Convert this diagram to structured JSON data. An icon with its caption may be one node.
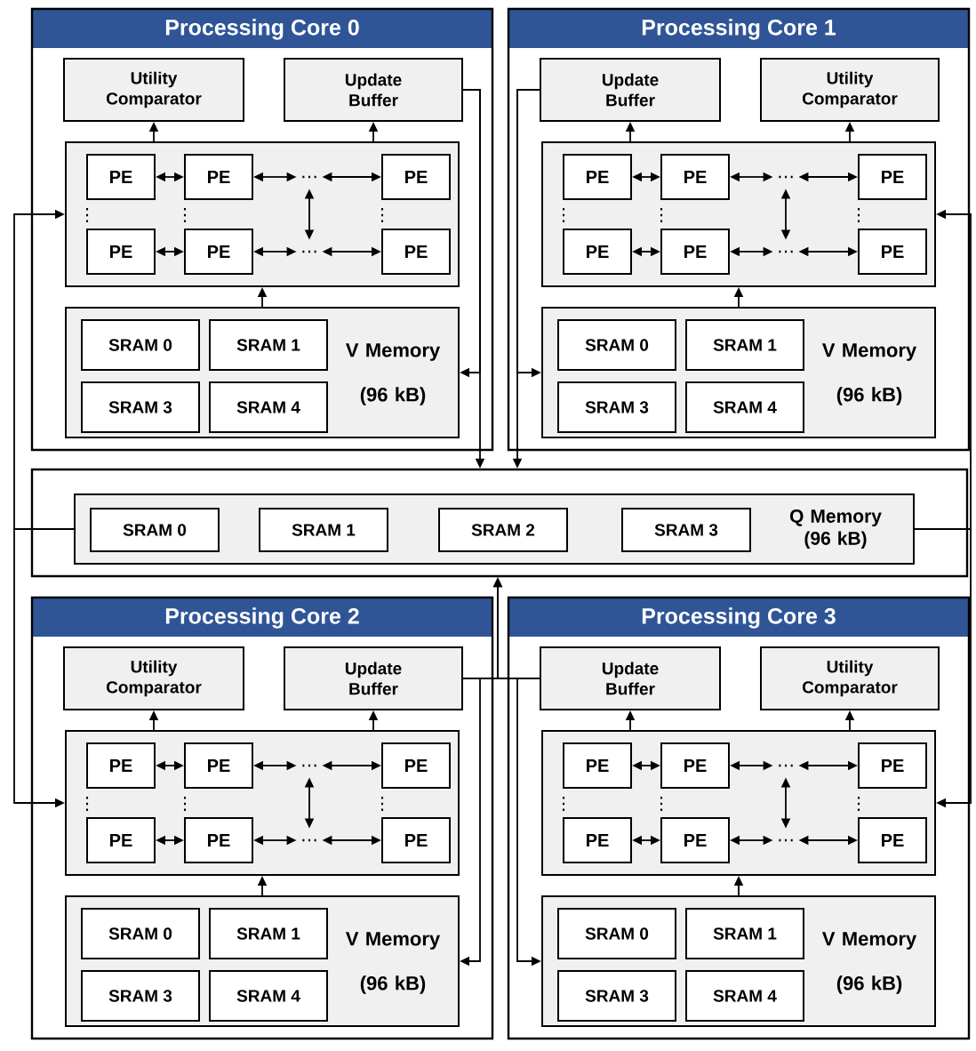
{
  "diagram": {
    "nodes": [
      {
        "text": [
          "Processing Core 0"
        ]
      },
      {
        "text": [
          "Utility Comparator"
        ],
        "in": 0
      },
      {
        "text": [
          "Update Buffer"
        ],
        "in": 0
      },
      {
        "text": [],
        "shape": "box",
        "in": 0
      },
      {
        "text": [
          "PE"
        ],
        "in": 3
      },
      {
        "text": [
          "PE"
        ],
        "in": 3
      },
      {
        "text": [
          "…"
        ],
        "in": 3
      },
      {
        "text": [
          "PE"
        ],
        "in": 3
      },
      {
        "text": [
          "PE"
        ],
        "in": 3
      },
      {
        "text": [
          "PE"
        ],
        "in": 3
      },
      {
        "text": [
          "…"
        ],
        "in": 3
      },
      {
        "text": [
          "PE"
        ],
        "in": 3
      },
      {
        "text": [
          "V Memory (96 kB)"
        ],
        "in": 0
      },
      {
        "text": [
          "SRAM 0"
        ],
        "in": 12
      },
      {
        "text": [
          "SRAM 1"
        ],
        "in": 12
      },
      {
        "text": [
          "SRAM 3"
        ],
        "in": 12
      },
      {
        "text": [
          "SRAM 4"
        ],
        "in": 12
      },
      {
        "text": [
          "Processing Core 1"
        ]
      },
      {
        "text": [
          "Update Buffer"
        ],
        "in": 17
      },
      {
        "text": [
          "Utility Comparator"
        ],
        "in": 17
      },
      {
        "text": [],
        "shape": "box",
        "in": 17
      },
      {
        "text": [
          "PE"
        ],
        "in": 20
      },
      {
        "text": [
          "PE"
        ],
        "in": 20
      },
      {
        "text": [
          "…"
        ],
        "in": 20
      },
      {
        "text": [
          "PE"
        ],
        "in": 20
      },
      {
        "text": [
          "PE"
        ],
        "in": 20
      },
      {
        "text": [
          "PE"
        ],
        "in": 20
      },
      {
        "text": [
          "…"
        ],
        "in": 20
      },
      {
        "text": [
          "PE"
        ],
        "in": 20
      },
      {
        "text": [
          "V Memory (96 kB)"
        ],
        "in": 17
      },
      {
        "text": [
          "SRAM 0"
        ],
        "in": 29
      },
      {
        "text": [
          "SRAM 1"
        ],
        "in": 29
      },
      {
        "text": [
          "SRAM 3"
        ],
        "in": 29
      },
      {
        "text": [
          "SRAM 4"
        ],
        "in": 29
      },
      {
        "text": [],
        "shape": "box"
      },
      {
        "text": [
          "Q Memory (96 kB)"
        ],
        "in": 34
      },
      {
        "text": [
          "SRAM 0"
        ],
        "in": 35
      },
      {
        "text": [
          "SRAM 1"
        ],
        "in": 35
      },
      {
        "text": [
          "SRAM 2"
        ],
        "in": 35
      },
      {
        "text": [
          "SRAM 3"
        ],
        "in": 35
      },
      {
        "text": [
          "Processing Core 2"
        ]
      },
      {
        "text": [
          "Utility Comparator"
        ],
        "in": 40
      },
      {
        "text": [
          "Update Buffer"
        ],
        "in": 40
      },
      {
        "text": [],
        "shape": "box",
        "in": 40
      },
      {
        "text": [
          "PE"
        ],
        "in": 43
      },
      {
        "text": [
          "PE"
        ],
        "in": 43
      },
      {
        "text": [
          "…"
        ],
        "in": 43
      },
      {
        "text": [
          "PE"
        ],
        "in": 43
      },
      {
        "text": [
          "PE"
        ],
        "in": 43
      },
      {
        "text": [
          "PE"
        ],
        "in": 43
      },
      {
        "text": [
          "…"
        ],
        "in": 43
      },
      {
        "text": [
          "PE"
        ],
        "in": 43
      },
      {
        "text": [
          "V Memory (96 kB)"
        ],
        "in": 40
      },
      {
        "text": [
          "SRAM 0"
        ],
        "in": 52
      },
      {
        "text": [
          "SRAM 1"
        ],
        "in": 52
      },
      {
        "text": [
          "SRAM 3"
        ],
        "in": 52
      },
      {
        "text": [
          "SRAM 4"
        ],
        "in": 52
      },
      {
        "text": [
          "Processing Core 3"
        ]
      },
      {
        "text": [
          "Update Buffer"
        ],
        "in": 57
      },
      {
        "text": [
          "Utility Comparator"
        ],
        "in": 57
      },
      {
        "text": [],
        "shape": "box",
        "in": 57
      },
      {
        "text": [
          "PE"
        ],
        "in": 60
      },
      {
        "text": [
          "PE"
        ],
        "in": 60
      },
      {
        "text": [
          "…"
        ],
        "in": 60
      },
      {
        "text": [
          "PE"
        ],
        "in": 60
      },
      {
        "text": [
          "PE"
        ],
        "in": 60
      },
      {
        "text": [
          "PE"
        ],
        "in": 60
      },
      {
        "text": [
          "…"
        ],
        "in": 60
      },
      {
        "text": [
          "PE"
        ],
        "in": 60
      },
      {
        "text": [
          "V Memory (96 kB)"
        ],
        "in": 57
      },
      {
        "text": [
          "SRAM 0"
        ],
        "in": 69
      },
      {
        "text": [
          "SRAM 1"
        ],
        "in": 69
      },
      {
        "text": [
          "SRAM 3"
        ],
        "in": 69
      },
      {
        "text": [
          "SRAM 4"
        ],
        "in": 69
      }
    ],
    "edges": [
      {
        "from": 3,
        "to": 1,
        "arrow": "to"
      },
      {
        "from": 3,
        "to": 2,
        "arrow": "to"
      },
      {
        "from": 12,
        "to": 3,
        "arrow": "to"
      },
      {
        "from": 4,
        "to": 5,
        "arrow": "both"
      },
      {
        "from": 5,
        "to": 6,
        "arrow": "both"
      },
      {
        "from": 6,
        "to": 7,
        "arrow": "both"
      },
      {
        "from": 8,
        "to": 9,
        "arrow": "both"
      },
      {
        "from": 9,
        "to": 10,
        "arrow": "both"
      },
      {
        "from": 10,
        "to": 11,
        "arrow": "both"
      },
      {
        "from": 6,
        "to": 10,
        "arrow": "both"
      },
      {
        "from": 20,
        "to": 18,
        "arrow": "to"
      },
      {
        "from": 20,
        "to": 19,
        "arrow": "to"
      },
      {
        "from": 29,
        "to": 20,
        "arrow": "to"
      },
      {
        "from": 21,
        "to": 22,
        "arrow": "both"
      },
      {
        "from": 22,
        "to": 23,
        "arrow": "both"
      },
      {
        "from": 23,
        "to": 24,
        "arrow": "both"
      },
      {
        "from": 25,
        "to": 26,
        "arrow": "both"
      },
      {
        "from": 26,
        "to": 27,
        "arrow": "both"
      },
      {
        "from": 27,
        "to": 28,
        "arrow": "both"
      },
      {
        "from": 23,
        "to": 27,
        "arrow": "both"
      },
      {
        "from": 43,
        "to": 41,
        "arrow": "to"
      },
      {
        "from": 43,
        "to": 42,
        "arrow": "to"
      },
      {
        "from": 52,
        "to": 43,
        "arrow": "to"
      },
      {
        "from": 44,
        "to": 45,
        "arrow": "both"
      },
      {
        "from": 45,
        "to": 46,
        "arrow": "both"
      },
      {
        "from": 46,
        "to": 47,
        "arrow": "both"
      },
      {
        "from": 48,
        "to": 49,
        "arrow": "both"
      },
      {
        "from": 49,
        "to": 50,
        "arrow": "both"
      },
      {
        "from": 50,
        "to": 51,
        "arrow": "both"
      },
      {
        "from": 46,
        "to": 50,
        "arrow": "both"
      },
      {
        "from": 60,
        "to": 58,
        "arrow": "to"
      },
      {
        "from": 60,
        "to": 59,
        "arrow": "to"
      },
      {
        "from": 69,
        "to": 60,
        "arrow": "to"
      },
      {
        "from": 61,
        "to": 62,
        "arrow": "both"
      },
      {
        "from": 62,
        "to": 63,
        "arrow": "both"
      },
      {
        "from": 63,
        "to": 64,
        "arrow": "both"
      },
      {
        "from": 65,
        "to": 66,
        "arrow": "both"
      },
      {
        "from": 66,
        "to": 67,
        "arrow": "both"
      },
      {
        "from": 67,
        "to": 68,
        "arrow": "both"
      },
      {
        "from": 63,
        "to": 67,
        "arrow": "both"
      },
      {
        "from": 2,
        "to": 12,
        "arrow": "to"
      },
      {
        "from": 2,
        "to": 34,
        "arrow": "to"
      },
      {
        "from": 18,
        "to": 29,
        "arrow": "to"
      },
      {
        "from": 18,
        "to": 34,
        "arrow": "to"
      },
      {
        "from": 35,
        "to": 3,
        "arrow": "to"
      },
      {
        "from": 35,
        "to": 43,
        "arrow": "to"
      },
      {
        "from": 35,
        "to": 20,
        "arrow": "to"
      },
      {
        "from": 35,
        "to": 60,
        "arrow": "to"
      },
      {
        "from": 42,
        "to": 52,
        "arrow": "to"
      },
      {
        "from": 42,
        "to": 34,
        "arrow": "to"
      },
      {
        "from": 58,
        "to": 69,
        "arrow": "to"
      },
      {
        "from": 58,
        "to": 34,
        "arrow": "to"
      }
    ],
    "labels": [
      "⋮",
      "⋮",
      "⋮",
      "⋮",
      "⋮",
      "⋮",
      "⋮",
      "⋮",
      "⋮",
      "⋮",
      "⋮",
      "⋮"
    ]
  }
}
